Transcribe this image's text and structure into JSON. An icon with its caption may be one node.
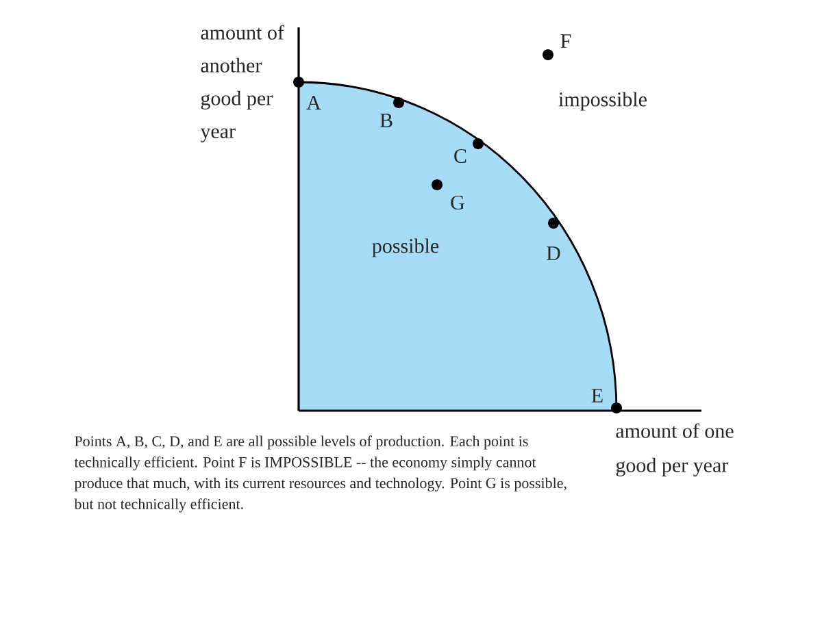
{
  "diagram": {
    "labels": [
      "amount of another good per year",
      "F",
      "A",
      "B",
      "impossible",
      "C",
      "G",
      "possible",
      "D",
      "E",
      "amount of one good per year",
      "Points A, B, C, D, and E are all possible levels of production. Each point is technically efficient.  Point F is IMPOSSIBLE -- the economy simply cannot produce that much, with its current resources and technology. Point G is possible, but not technically efficient."
    ]
  }
}
